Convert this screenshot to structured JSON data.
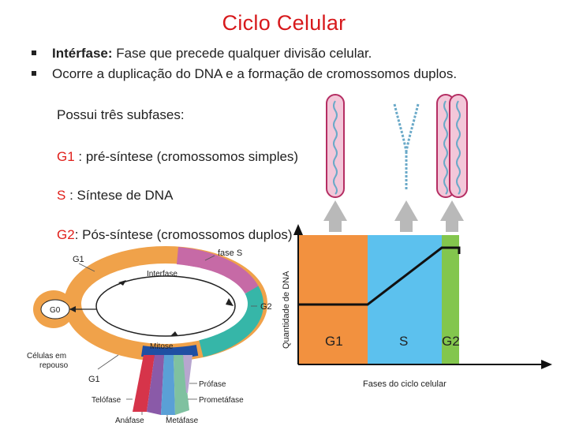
{
  "slide": {
    "title": "Ciclo Celular",
    "bullets": [
      {
        "bold": "Intérfase:",
        "rest": " Fase que precede qualquer divisão celular."
      },
      {
        "bold": "",
        "rest": "Ocorre a duplicação do DNA e a formação de cromossomos duplos."
      }
    ],
    "subphases_intro": "Possui três subfases:",
    "subphases": [
      {
        "code": "G1",
        "desc": " : pré-síntese (cromossomos simples)"
      },
      {
        "code": "S",
        "desc": " :  Síntese de DNA"
      },
      {
        "code": "G2",
        "desc": ":  Pós-síntese (cromossomos duplos)"
      }
    ]
  },
  "cycle_diagram": {
    "labels": {
      "g1_top": "G1",
      "fase_s": "fase S",
      "interfase": "Interfase",
      "g0": "G0",
      "g2": "G2",
      "mitose": "Mitose",
      "celulas_em": "Células em",
      "repouso": "repouso",
      "g1_bottom": "G1",
      "profase": "Prófase",
      "prometafase": "Prometáfase",
      "telofase": "Telófase",
      "anafase": "Anáfase",
      "metafase": "Metáfase"
    },
    "colors": {
      "g1_ring": "#f0a24a",
      "s_ring": "#c66aa6",
      "g2_ring": "#36b6a8",
      "mitose": "#1f4fa3",
      "telofase": "#d6344a",
      "anafase": "#8a5aa8",
      "metafase": "#5aa0d6",
      "prometafase": "#7fc1a0",
      "profase": "#b7a6cf"
    }
  },
  "dna_chart": {
    "ylabel": "Quantidade de DNA",
    "xlabel": "Fases do ciclo celular",
    "phases": [
      {
        "name": "G1",
        "color": "#f2913f"
      },
      {
        "name": "S",
        "color": "#5cc1ee"
      },
      {
        "name": "G2",
        "color": "#83c64d"
      }
    ],
    "dna_levels": {
      "G1": 1,
      "S_start": 1,
      "S_end": 2,
      "G2": 2
    }
  }
}
